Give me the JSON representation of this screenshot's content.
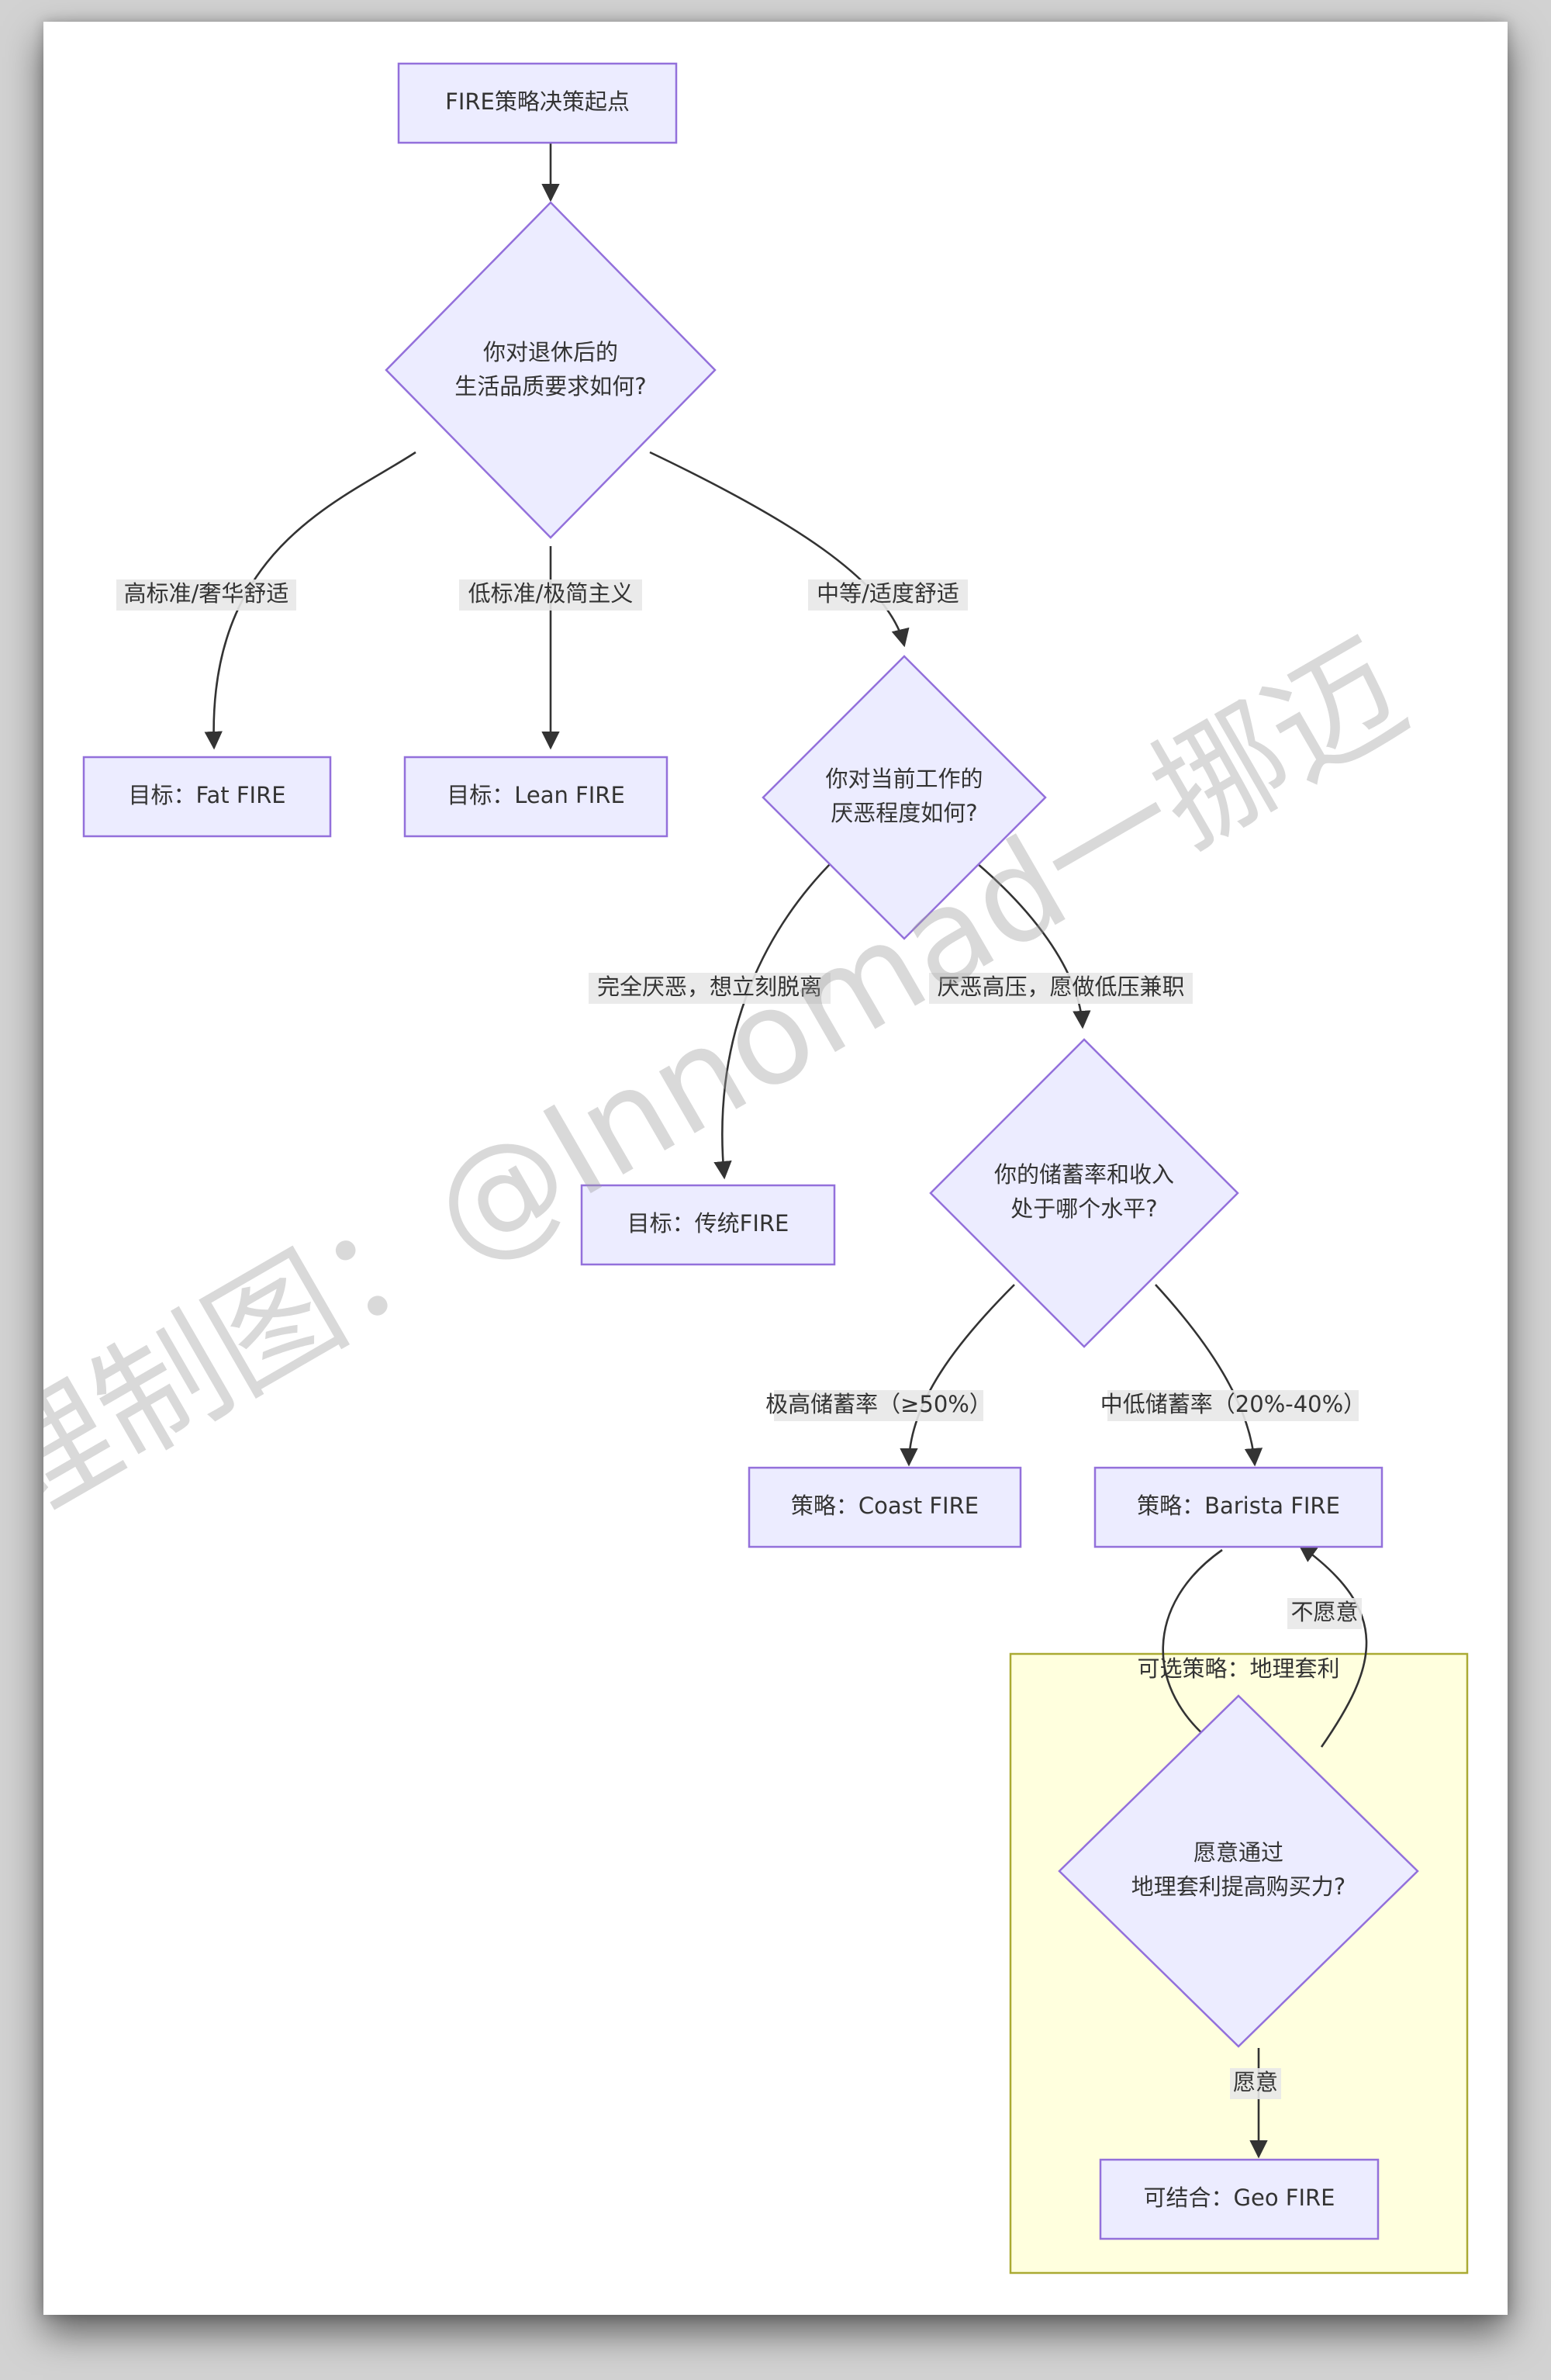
{
  "diagram": {
    "nodes": [
      {
        "id": "start",
        "lines": [
          "FIRE策略决策起点"
        ]
      },
      {
        "id": "q_quality",
        "lines": [
          "你对退休后的",
          "生活品质要求如何?"
        ]
      },
      {
        "id": "fat",
        "lines": [
          "目标：Fat FIRE"
        ]
      },
      {
        "id": "lean",
        "lines": [
          "目标：Lean FIRE"
        ]
      },
      {
        "id": "q_work",
        "lines": [
          "你对当前工作的",
          "厌恶程度如何?"
        ]
      },
      {
        "id": "traditional",
        "lines": [
          "目标：传统FIRE"
        ]
      },
      {
        "id": "q_savings",
        "lines": [
          "你的储蓄率和收入",
          "处于哪个水平?"
        ]
      },
      {
        "id": "coast",
        "lines": [
          "策略：Coast FIRE"
        ]
      },
      {
        "id": "barista",
        "lines": [
          "策略：Barista FIRE"
        ]
      },
      {
        "id": "q_geo",
        "lines": [
          "愿意通过",
          "地理套利提高购买力?"
        ]
      },
      {
        "id": "geo",
        "lines": [
          "可结合：Geo FIRE"
        ]
      }
    ],
    "edge_labels": {
      "high": "高标准/奢华舒适",
      "low": "低标准/极简主义",
      "mid": "中等/适度舒适",
      "hate": "完全厌恶，想立刻脱离",
      "pressure": "厌恶高压，愿做低压兼职",
      "high_save": "极高储蓄率（≥50%）",
      "mid_save": "中低储蓄率（20%-40%）",
      "no": "不愿意",
      "yes": "愿意"
    },
    "cluster_title": "可选策略：地理套利"
  },
  "watermark": "整理制图：@Innomad一挪迈",
  "colors": {
    "node_fill": "#ececff",
    "node_stroke": "#9370db",
    "cluster_fill": "#ffffde",
    "cluster_stroke": "#aaaa33",
    "edge": "#333333"
  }
}
